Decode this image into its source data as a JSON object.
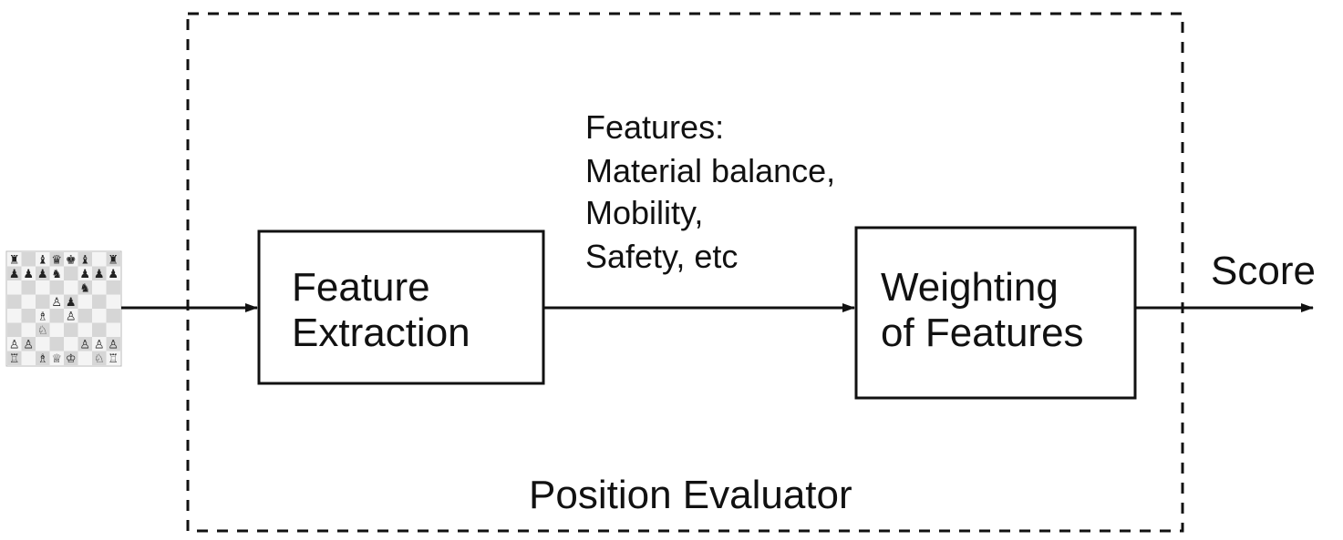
{
  "diagram": {
    "container_label": "Position Evaluator",
    "input": {
      "kind": "chess-board-thumbnail",
      "board": [
        [
          "♜",
          "",
          "♝",
          "♛",
          "♚",
          "♝",
          "",
          "♜"
        ],
        [
          "♟",
          "♟",
          "♟",
          "♞",
          "",
          "♟",
          "♟",
          "♟"
        ],
        [
          "",
          "",
          "",
          "",
          "",
          "♞",
          "",
          ""
        ],
        [
          "",
          "",
          "",
          "♙",
          "♟",
          "",
          "",
          ""
        ],
        [
          "",
          "",
          "♗",
          "",
          "♙",
          "",
          "",
          ""
        ],
        [
          "",
          "",
          "♘",
          "",
          "",
          "",
          "",
          ""
        ],
        [
          "♙",
          "♙",
          "",
          "",
          "",
          "♙",
          "♙",
          "♙"
        ],
        [
          "♖",
          "",
          "♗",
          "♕",
          "♔",
          "",
          "♘",
          "♖"
        ]
      ]
    },
    "boxes": {
      "feature_extraction": {
        "line1": "Feature",
        "line2": "Extraction"
      },
      "weighting": {
        "line1": "Weighting",
        "line2": "of Features"
      }
    },
    "features_note": [
      "Features:",
      "Material balance,",
      "Mobility,",
      "Safety, etc"
    ],
    "output_label": "Score"
  }
}
